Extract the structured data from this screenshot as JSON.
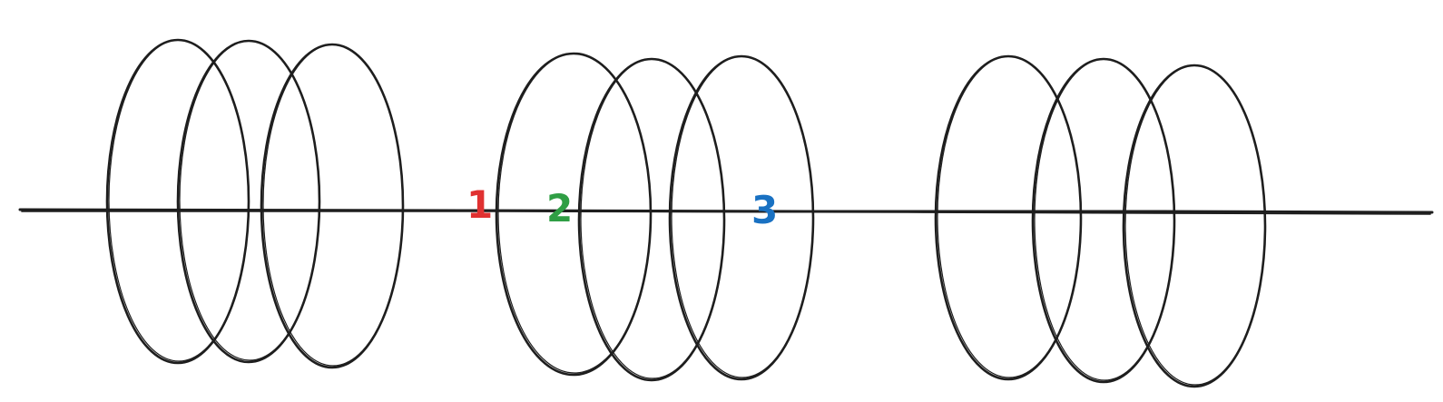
{
  "labels": [
    {
      "id": "label-1",
      "text": "1",
      "color": "#e03131"
    },
    {
      "id": "label-2",
      "text": "2",
      "color": "#2f9e44"
    },
    {
      "id": "label-3",
      "text": "3",
      "color": "#1971c2"
    }
  ],
  "colors": {
    "background": "#ffffff",
    "stroke": "#1e1e1e"
  },
  "coil_groups": [
    {
      "name": "left-coil-group",
      "loop_count": 3
    },
    {
      "name": "middle-coil-group",
      "loop_count": 3
    },
    {
      "name": "right-coil-group",
      "loop_count": 3
    }
  ]
}
